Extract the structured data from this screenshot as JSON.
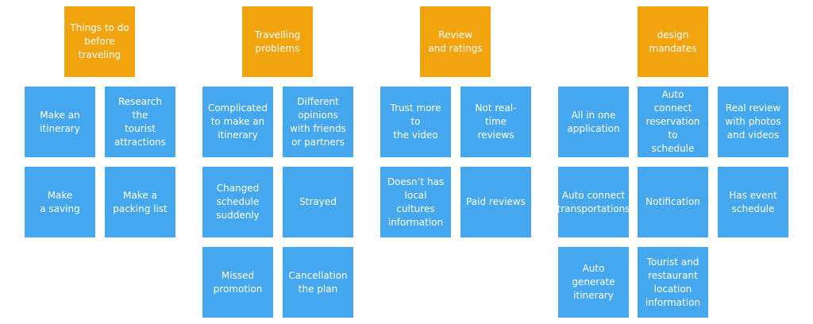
{
  "colors": {
    "header": "#F2A40E",
    "card": "#45A8EE",
    "text": "#FFFFFF",
    "background": "#FFFFFF"
  },
  "groups": [
    {
      "header": "Things to do\nbefore\ntraveling",
      "cards": [
        "Make an\nitinerary",
        "Research the\ntourist\nattractions",
        "Make\na saving",
        "Make a\npacking list"
      ]
    },
    {
      "header": "Travelling\nproblems",
      "cards": [
        "Complicated\nto make an\nitinerary",
        "Different\nopinions\nwith friends\nor partners",
        "Changed\nschedule\nsuddenly",
        "Strayed",
        "Missed\npromotion",
        "Cancellation\nthe plan"
      ]
    },
    {
      "header": "Review\nand ratings",
      "cards": [
        "Trust more to\nthe video",
        "Not real-time\nreviews",
        "Doesn’t has\nlocal\ncultures\ninformation",
        "Paid reviews"
      ]
    },
    {
      "header": "design\nmandates",
      "cards": [
        "All in one\napplication",
        "Auto connect\nreservation to\nschedule",
        "Real review\nwith photos\nand videos",
        "Auto connect\ntransportations",
        "Notification",
        "Has event\nschedule",
        "Auto generate\nitinerary",
        "Tourist and\nrestaurant\nlocation\ninformation"
      ]
    }
  ]
}
